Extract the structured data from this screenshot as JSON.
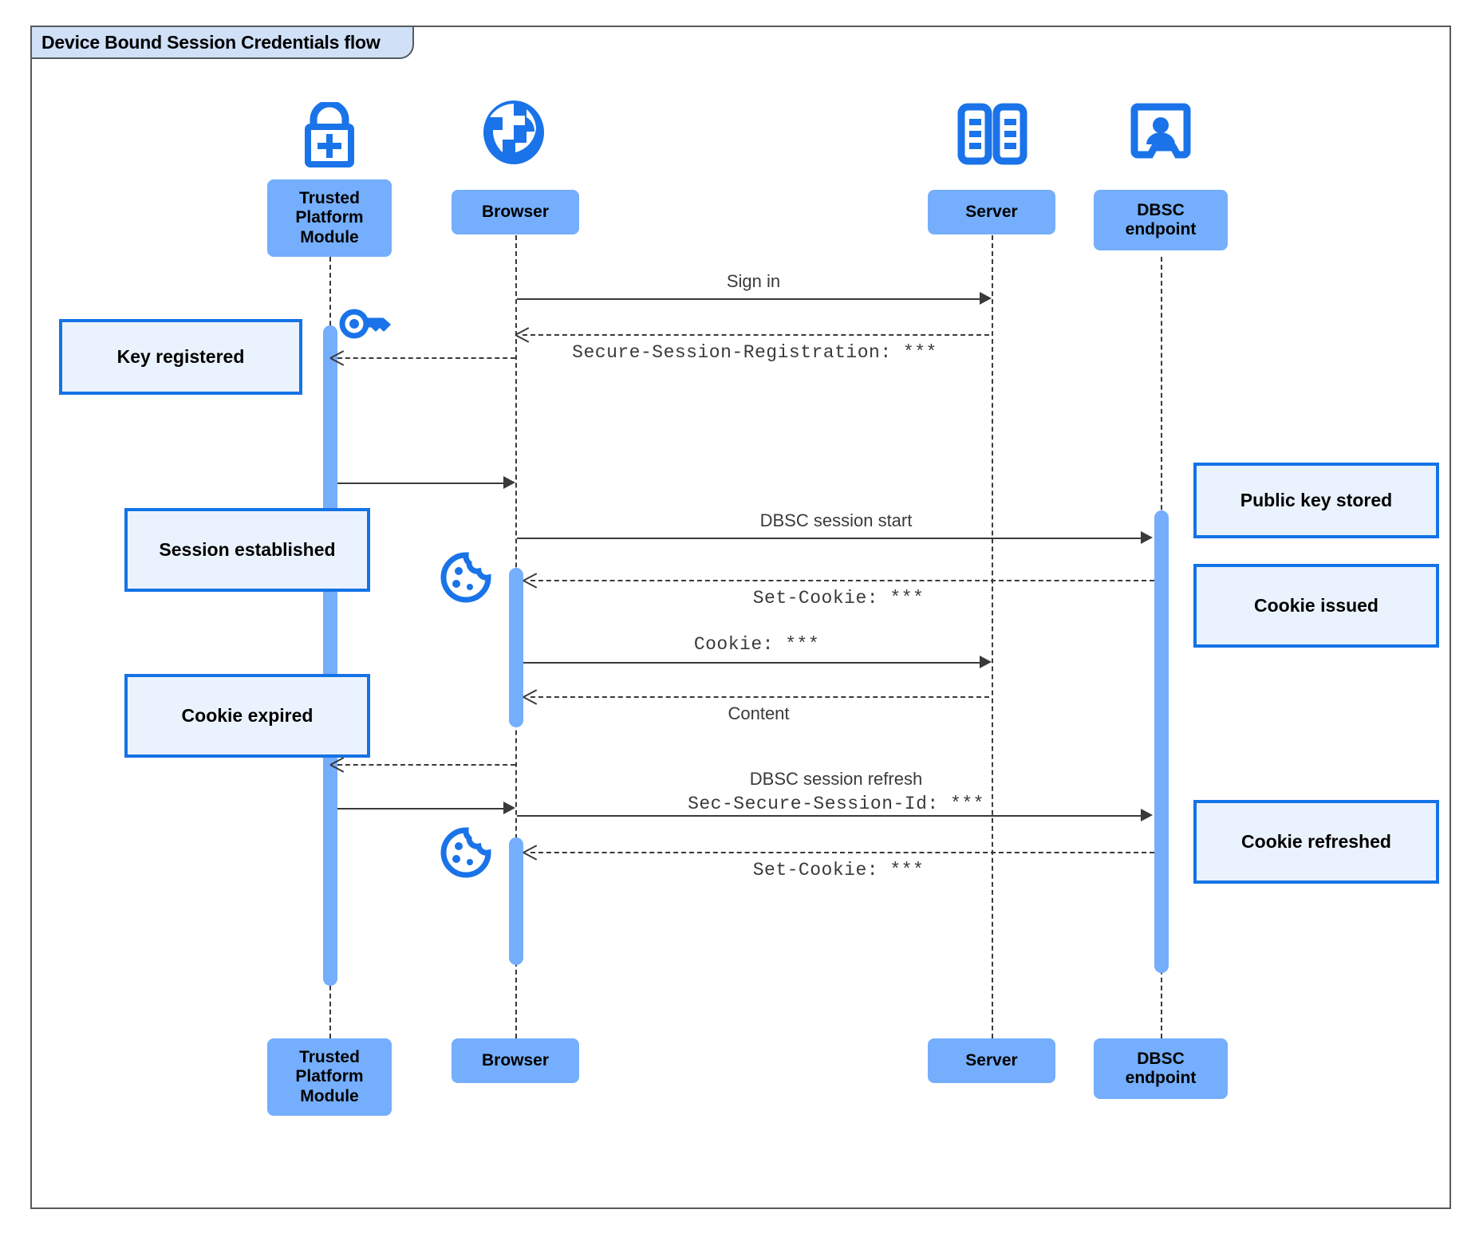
{
  "frame": {
    "title": "Device Bound Session Credentials flow"
  },
  "colors": {
    "participant_fill": "#74aefc",
    "note_fill": "#eaf2fd",
    "note_border": "#1473e6",
    "icon_blue": "#1a73e8",
    "line": "#3a3a3a",
    "frame_border": "#555a5e",
    "frame_tab_fill": "#cfe0f7"
  },
  "participants": [
    {
      "id": "tpm",
      "label": "Trusted Platform Module",
      "lines": [
        "Trusted",
        "Platform",
        "Module"
      ],
      "icon": "lock-plus-icon"
    },
    {
      "id": "browser",
      "label": "Browser",
      "lines": [
        "Browser"
      ],
      "icon": "globe-icon"
    },
    {
      "id": "server",
      "label": "Server",
      "lines": [
        "Server"
      ],
      "icon": "server-racks-icon"
    },
    {
      "id": "dbsc",
      "label": "DBSC endpoint",
      "lines": [
        "DBSC",
        "endpoint"
      ],
      "icon": "id-badge-icon"
    }
  ],
  "messages": [
    {
      "id": "m1",
      "label": "Sign in",
      "from": "browser",
      "to": "server",
      "style": "solid",
      "mono": false
    },
    {
      "id": "m2",
      "label": "Secure-Session-Registration: ***",
      "from": "server",
      "to": "browser",
      "style": "dashed",
      "mono": true
    },
    {
      "id": "m3",
      "label": "DBSC session start",
      "from": "browser",
      "to": "dbsc",
      "style": "solid",
      "mono": false
    },
    {
      "id": "m4",
      "label": "Set-Cookie: ***",
      "from": "dbsc",
      "to": "browser",
      "style": "dashed",
      "mono": true
    },
    {
      "id": "m5",
      "label": "Cookie: ***",
      "from": "browser",
      "to": "server",
      "style": "solid",
      "mono": true
    },
    {
      "id": "m6",
      "label": "Content",
      "from": "server",
      "to": "browser",
      "style": "dashed",
      "mono": false
    },
    {
      "id": "m7",
      "label": "DBSC session refresh",
      "from": "browser",
      "to": "dbsc",
      "style": "solid",
      "mono": false
    },
    {
      "id": "m8",
      "label": "Sec-Secure-Session-Id: ***",
      "from": "browser",
      "to": "dbsc",
      "style": "solid",
      "mono": true
    },
    {
      "id": "m9",
      "label": "Set-Cookie: ***",
      "from": "dbsc",
      "to": "browser",
      "style": "dashed",
      "mono": true
    }
  ],
  "notes": [
    {
      "id": "n1",
      "side": "left",
      "lines": [
        "Key registered"
      ],
      "text": "Key registered"
    },
    {
      "id": "n2",
      "side": "left",
      "lines": [
        "Session",
        "established"
      ],
      "text": "Session established"
    },
    {
      "id": "n3",
      "side": "left",
      "lines": [
        "Cookie",
        "expired"
      ],
      "text": "Cookie expired"
    },
    {
      "id": "n4",
      "side": "right",
      "lines": [
        "Public key stored"
      ],
      "text": "Public key stored"
    },
    {
      "id": "n5",
      "side": "right",
      "lines": [
        "Cookie",
        "issued"
      ],
      "text": "Cookie issued"
    },
    {
      "id": "n6",
      "side": "right",
      "lines": [
        "Cookie",
        "refreshed"
      ],
      "text": "Cookie refreshed"
    }
  ],
  "inline_icons": [
    {
      "id": "key",
      "name": "key-icon"
    },
    {
      "id": "cookie1",
      "name": "cookie-icon"
    },
    {
      "id": "cookie2",
      "name": "cookie-icon"
    }
  ]
}
